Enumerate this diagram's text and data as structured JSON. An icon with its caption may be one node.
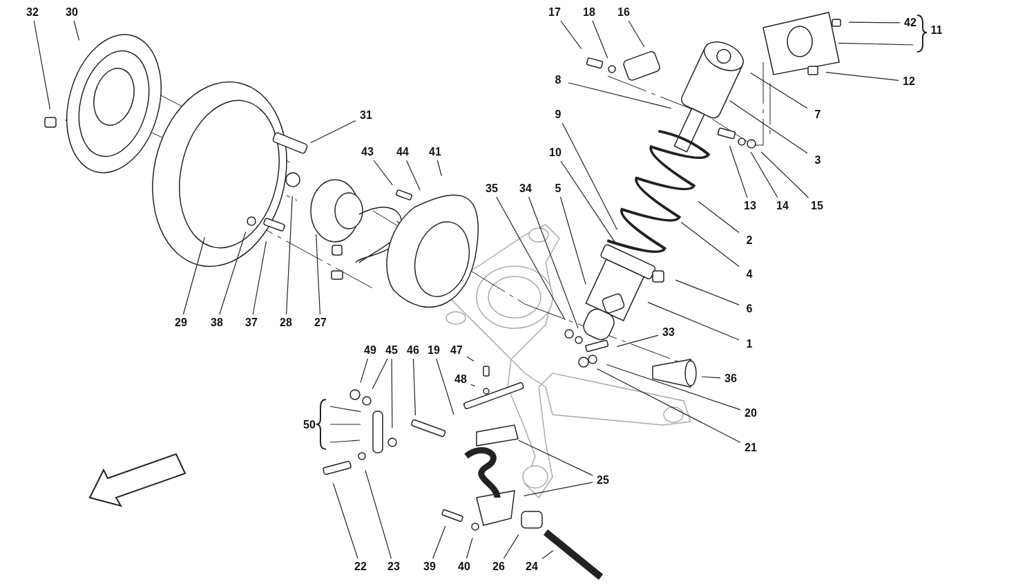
{
  "diagram": {
    "nodes": [
      {
        "text": [
          "32"
        ]
      },
      {
        "text": [
          "30"
        ]
      },
      {
        "text": [
          "17"
        ]
      },
      {
        "text": [
          "18"
        ]
      },
      {
        "text": [
          "16"
        ]
      },
      {
        "text": [
          "42"
        ]
      },
      {
        "text": [
          "11"
        ]
      },
      {
        "text": [
          "12"
        ]
      },
      {
        "text": [
          "8"
        ]
      },
      {
        "text": [
          "7"
        ]
      },
      {
        "text": [
          "31"
        ]
      },
      {
        "text": [
          "9"
        ]
      },
      {
        "text": [
          "43"
        ]
      },
      {
        "text": [
          "44"
        ]
      },
      {
        "text": [
          "41"
        ]
      },
      {
        "text": [
          "3"
        ]
      },
      {
        "text": [
          "10"
        ]
      },
      {
        "text": [
          "35"
        ]
      },
      {
        "text": [
          "34"
        ]
      },
      {
        "text": [
          "5"
        ]
      },
      {
        "text": [
          "13"
        ]
      },
      {
        "text": [
          "14"
        ]
      },
      {
        "text": [
          "15"
        ]
      },
      {
        "text": [
          "2"
        ]
      },
      {
        "text": [
          "4"
        ]
      },
      {
        "text": [
          "6"
        ]
      },
      {
        "text": [
          "29"
        ]
      },
      {
        "text": [
          "38"
        ]
      },
      {
        "text": [
          "37"
        ]
      },
      {
        "text": [
          "28"
        ]
      },
      {
        "text": [
          "27"
        ]
      },
      {
        "text": [
          "33"
        ]
      },
      {
        "text": [
          "1"
        ]
      },
      {
        "text": [
          "49"
        ]
      },
      {
        "text": [
          "45"
        ]
      },
      {
        "text": [
          "46"
        ]
      },
      {
        "text": [
          "19"
        ]
      },
      {
        "text": [
          "47"
        ]
      },
      {
        "text": [
          "36"
        ]
      },
      {
        "text": [
          "48"
        ]
      },
      {
        "text": [
          "20"
        ]
      },
      {
        "text": [
          "50"
        ]
      },
      {
        "text": [
          "21"
        ]
      },
      {
        "text": [
          "25"
        ]
      },
      {
        "text": [
          "22"
        ]
      },
      {
        "text": [
          "23"
        ]
      },
      {
        "text": [
          "39"
        ]
      },
      {
        "text": [
          "40"
        ]
      },
      {
        "text": [
          "26"
        ]
      },
      {
        "text": [
          "24"
        ]
      }
    ],
    "edges": [
      {
        "from": 0,
        "to": null,
        "arrow": "none"
      },
      {
        "from": 1,
        "to": null,
        "arrow": "none"
      },
      {
        "from": 2,
        "to": null,
        "arrow": "none"
      },
      {
        "from": 3,
        "to": null,
        "arrow": "none"
      },
      {
        "from": 4,
        "to": null,
        "arrow": "none"
      },
      {
        "from": 5,
        "to": null,
        "arrow": "none"
      },
      {
        "from": 6,
        "to": null,
        "arrow": "none"
      },
      {
        "from": 7,
        "to": null,
        "arrow": "none"
      },
      {
        "from": 8,
        "to": null,
        "arrow": "none"
      },
      {
        "from": 9,
        "to": null,
        "arrow": "none"
      },
      {
        "from": 10,
        "to": null,
        "arrow": "none"
      },
      {
        "from": 11,
        "to": null,
        "arrow": "none"
      },
      {
        "from": 12,
        "to": null,
        "arrow": "none"
      },
      {
        "from": 13,
        "to": null,
        "arrow": "none"
      },
      {
        "from": 14,
        "to": null,
        "arrow": "none"
      },
      {
        "from": 15,
        "to": null,
        "arrow": "none"
      },
      {
        "from": 16,
        "to": null,
        "arrow": "none"
      },
      {
        "from": 17,
        "to": null,
        "arrow": "none"
      },
      {
        "from": 18,
        "to": null,
        "arrow": "none"
      },
      {
        "from": 19,
        "to": null,
        "arrow": "none"
      },
      {
        "from": 20,
        "to": null,
        "arrow": "none"
      },
      {
        "from": 21,
        "to": null,
        "arrow": "none"
      },
      {
        "from": 22,
        "to": null,
        "arrow": "none"
      },
      {
        "from": 23,
        "to": null,
        "arrow": "none"
      },
      {
        "from": 24,
        "to": null,
        "arrow": "none"
      },
      {
        "from": 25,
        "to": null,
        "arrow": "none"
      },
      {
        "from": 26,
        "to": null,
        "arrow": "none"
      },
      {
        "from": 27,
        "to": null,
        "arrow": "none"
      },
      {
        "from": 28,
        "to": null,
        "arrow": "none"
      },
      {
        "from": 29,
        "to": null,
        "arrow": "none"
      },
      {
        "from": 30,
        "to": null,
        "arrow": "none"
      },
      {
        "from": 31,
        "to": null,
        "arrow": "none"
      },
      {
        "from": 32,
        "to": null,
        "arrow": "none"
      },
      {
        "from": 33,
        "to": null,
        "arrow": "none"
      },
      {
        "from": 34,
        "to": null,
        "arrow": "none"
      },
      {
        "from": 34,
        "to": null,
        "arrow": "none"
      },
      {
        "from": 35,
        "to": null,
        "arrow": "none"
      },
      {
        "from": 36,
        "to": null,
        "arrow": "none"
      },
      {
        "from": 37,
        "to": null,
        "arrow": "none"
      },
      {
        "from": 38,
        "to": null,
        "arrow": "none"
      },
      {
        "from": 39,
        "to": null,
        "arrow": "none"
      },
      {
        "from": 40,
        "to": null,
        "arrow": "none"
      },
      {
        "from": 41,
        "to": null,
        "arrow": "none"
      },
      {
        "from": 41,
        "to": null,
        "arrow": "none"
      },
      {
        "from": 41,
        "to": null,
        "arrow": "none"
      },
      {
        "from": 42,
        "to": null,
        "arrow": "none"
      },
      {
        "from": 43,
        "to": null,
        "arrow": "none"
      },
      {
        "from": 43,
        "to": null,
        "arrow": "none"
      },
      {
        "from": 44,
        "to": null,
        "arrow": "none"
      },
      {
        "from": 45,
        "to": null,
        "arrow": "none"
      },
      {
        "from": 46,
        "to": null,
        "arrow": "none"
      },
      {
        "from": 47,
        "to": null,
        "arrow": "none"
      },
      {
        "from": 48,
        "to": null,
        "arrow": "none"
      },
      {
        "from": 49,
        "to": null,
        "arrow": "none"
      }
    ]
  }
}
